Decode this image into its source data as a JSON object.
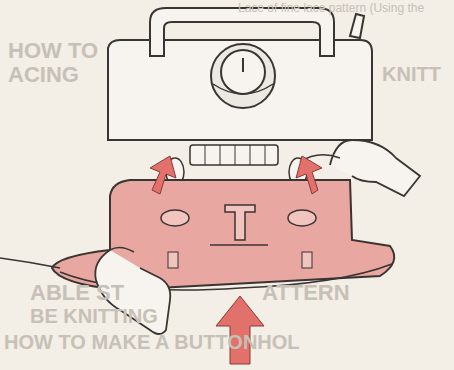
{
  "diagram": {
    "labels": [
      "Lace of fine lace pattern (Using the",
      "HOW TO",
      "ACING",
      "KNITT",
      "ABLE ST",
      "ATTERN",
      "BE KNITTING",
      "HOW TO MAKE A BUTTONHOL"
    ]
  }
}
